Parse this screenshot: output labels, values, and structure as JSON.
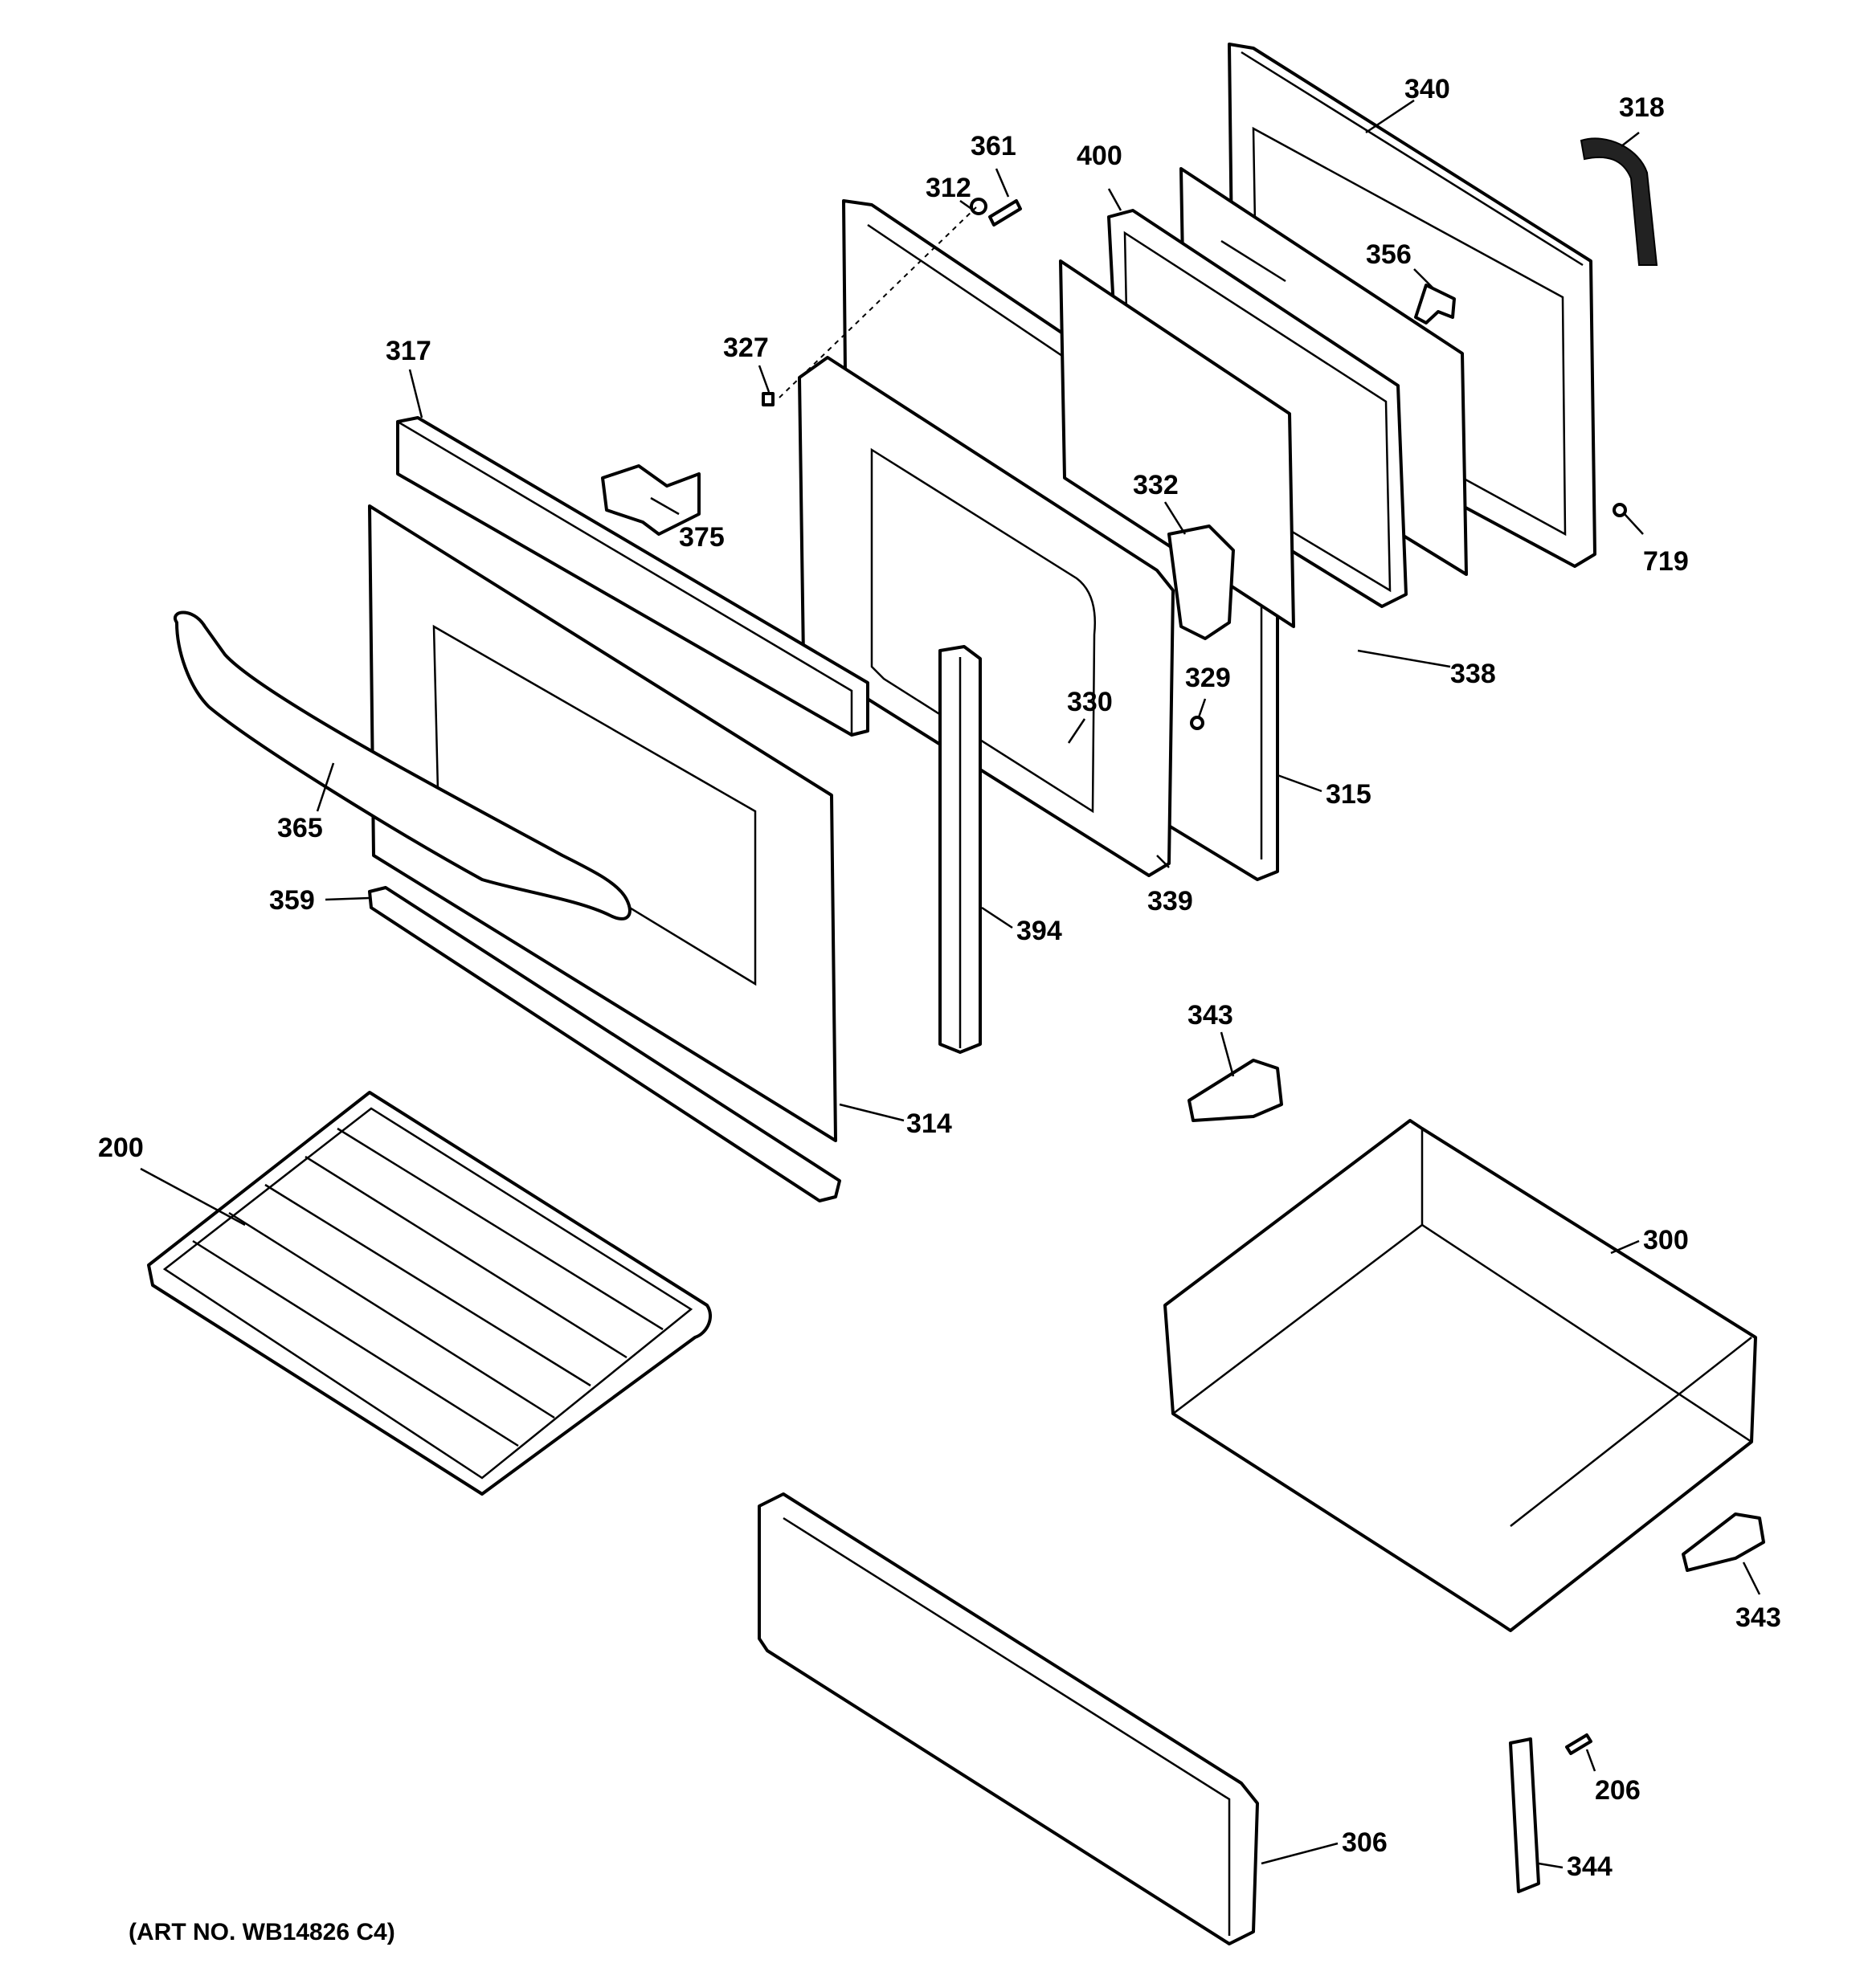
{
  "art_number": "(ART NO. WB14826 C4)",
  "callouts": [
    {
      "id": "340",
      "label": "340"
    },
    {
      "id": "318",
      "label": "318"
    },
    {
      "id": "361",
      "label": "361"
    },
    {
      "id": "400",
      "label": "400"
    },
    {
      "id": "312",
      "label": "312"
    },
    {
      "id": "356",
      "label": "356"
    },
    {
      "id": "327",
      "label": "327"
    },
    {
      "id": "317",
      "label": "317"
    },
    {
      "id": "332",
      "label": "332"
    },
    {
      "id": "375",
      "label": "375"
    },
    {
      "id": "719",
      "label": "719"
    },
    {
      "id": "329",
      "label": "329"
    },
    {
      "id": "338",
      "label": "338"
    },
    {
      "id": "330",
      "label": "330"
    },
    {
      "id": "315",
      "label": "315"
    },
    {
      "id": "365",
      "label": "365"
    },
    {
      "id": "359",
      "label": "359"
    },
    {
      "id": "339",
      "label": "339"
    },
    {
      "id": "394",
      "label": "394"
    },
    {
      "id": "343a",
      "label": "343"
    },
    {
      "id": "314",
      "label": "314"
    },
    {
      "id": "200",
      "label": "200"
    },
    {
      "id": "300",
      "label": "300"
    },
    {
      "id": "343b",
      "label": "343"
    },
    {
      "id": "206",
      "label": "206"
    },
    {
      "id": "306",
      "label": "306"
    },
    {
      "id": "344",
      "label": "344"
    }
  ]
}
